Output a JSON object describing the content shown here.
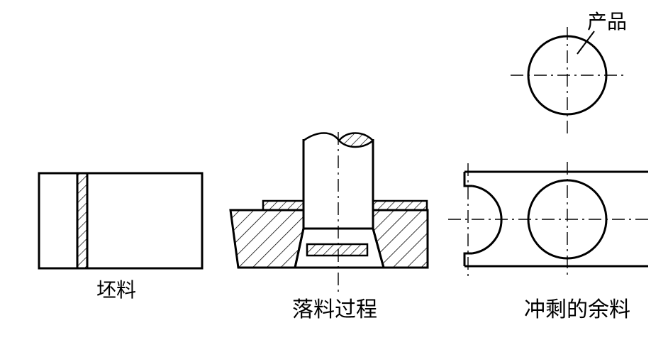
{
  "labels": {
    "blank": "坯料",
    "blanking_process": "落料过程",
    "remaining_scrap": "冲剩的余料",
    "product": "产品"
  },
  "colors": {
    "line": "#000000",
    "background": "#ffffff"
  }
}
